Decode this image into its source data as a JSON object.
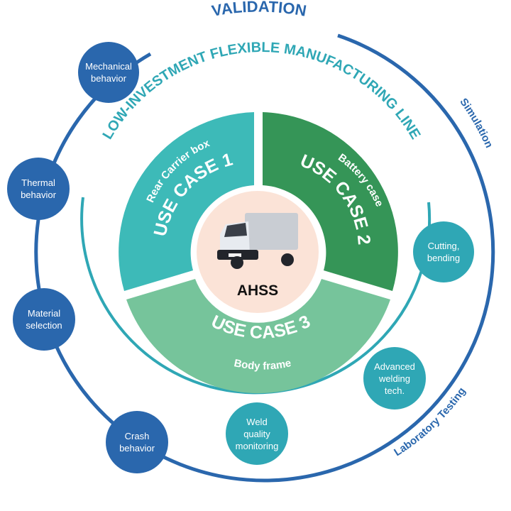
{
  "title_outer": "VALIDATION",
  "title_inner": "LOW-INVESTMENT FLEXIBLE MANUFACTURING LINE",
  "outer_arc_labels": {
    "simulation": "Simulation",
    "laboratory": "Laboratory Testing"
  },
  "center": {
    "label": "AHSS",
    "image": "delivery-truck"
  },
  "use_cases": [
    {
      "title": "USE CASE 1",
      "subtitle": "Rear Carrier box",
      "color": "#3dbab8"
    },
    {
      "title": "USE CASE 2",
      "subtitle": "Battery case",
      "color": "#359557"
    },
    {
      "title": "USE CASE 3",
      "subtitle": "Body frame",
      "color": "#76c49b"
    }
  ],
  "validation_nodes": [
    {
      "label_lines": [
        "Mechanical",
        "behavior"
      ]
    },
    {
      "label_lines": [
        "Thermal",
        "behavior"
      ]
    },
    {
      "label_lines": [
        "Material",
        "selection"
      ]
    },
    {
      "label_lines": [
        "Crash",
        "behavior"
      ]
    }
  ],
  "manufacturing_nodes": [
    {
      "label_lines": [
        "Cutting,",
        "bending"
      ]
    },
    {
      "label_lines": [
        "Advanced",
        "welding",
        "tech."
      ]
    },
    {
      "label_lines": [
        "Weld",
        "quality",
        "monitoring"
      ]
    }
  ],
  "colors": {
    "validation": "#2a67ad",
    "manufacturing": "#2fa7b5",
    "center_bg": "#fbe3d7"
  }
}
